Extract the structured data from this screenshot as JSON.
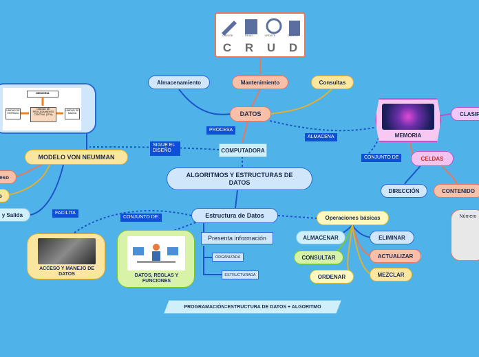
{
  "crud": {
    "letters": [
      "C",
      "R",
      "U",
      "D"
    ],
    "captions": [
      "CREATE",
      "READ",
      "UPDATE",
      "DELETE"
    ]
  },
  "nodes": {
    "datos": "DATOS",
    "almacenamiento": "Almacenamiento",
    "mantenimiento": "Mantenimiento",
    "consultas": "Consultas",
    "memoria": "MEMORIA",
    "clasif": "CLASIF",
    "celdas": "CELDAS",
    "direccion": "DIRECCIÓN",
    "contenido": "CONTENIDO",
    "computadora": "COMPUTADORA",
    "modelo": "MODELO VON NEUMMAN",
    "central": "ALGORITMOS Y ESTRUCTURAS DE DATOS",
    "estructura": "Estructura de Datos",
    "presenta": "Presenta información",
    "organizada": "ORGANIZADA",
    "estructurada": "ESTRUCTURADA",
    "operaciones": "Operaciones básicas",
    "almacenar": "ALMACENAR",
    "eliminar": "ELIMINAR",
    "consultar": "CONSULTAR",
    "actualizar": "ACTUALIZAR",
    "ordenar": "ORDENAR",
    "mezclar": "MEZCLAR",
    "acceso": "ACCESO Y MANEJO DE DATOS",
    "datos_reglas": "DATOS, REGLAS Y FUNCIONES",
    "proceso": "eso",
    "entrada": "s",
    "salida": "y Salida",
    "numero": "Número",
    "programacion": "PROGRAMACIÓN=ESTRUCTURA DE DATOS + ALGORITMO"
  },
  "labels": {
    "procesa": "PROCESA",
    "almacena": "ALMACENA",
    "conjunto_de": "CONJUNTO DE",
    "sigue": "SIGUE EL DISEÑO",
    "facilita": "FACILITA",
    "conjunto_de2": "CONJUNTO DE:"
  },
  "diagram": {
    "memoria": "MEMORIA",
    "cpu": "UNIDAD DE PROCESAMIENTO CENTRAL (CPU)",
    "entrada": "UNIDAD DE ENTRADA",
    "salida": "UNIDAD DE SALIDA"
  },
  "colors": {
    "background": "#4fb3ea",
    "label": "#0d4fd6",
    "crud_gray": "#6b6b6b"
  }
}
